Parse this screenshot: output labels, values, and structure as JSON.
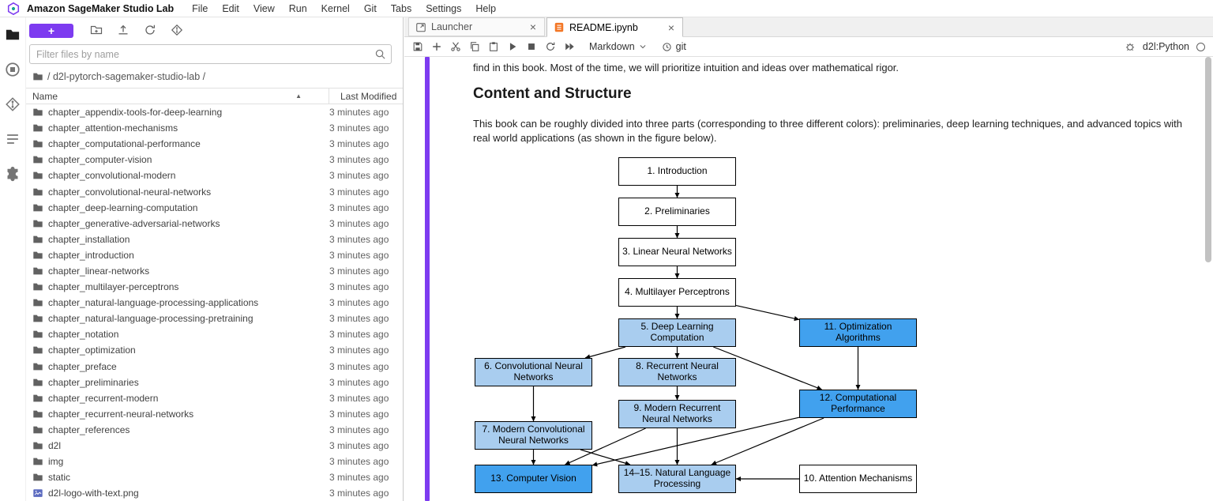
{
  "menubar": {
    "brand": "Amazon SageMaker Studio Lab",
    "items": [
      "File",
      "Edit",
      "View",
      "Run",
      "Kernel",
      "Git",
      "Tabs",
      "Settings",
      "Help"
    ]
  },
  "activity_bar": {
    "icons": [
      "files-icon",
      "running-sessions-icon",
      "git-icon",
      "table-of-contents-icon",
      "extensions-icon"
    ]
  },
  "file_browser": {
    "new_launcher_label": "+",
    "toolbar_icons": [
      "new-folder-icon",
      "upload-icon",
      "refresh-icon",
      "git-clone-icon"
    ],
    "filter_placeholder": "Filter files by name",
    "breadcrumb": "/ d2l-pytorch-sagemaker-studio-lab /",
    "columns": {
      "name": "Name",
      "modified": "Last Modified"
    },
    "files": [
      {
        "name": "chapter_appendix-tools-for-deep-learning",
        "modified": "3 minutes ago",
        "type": "folder"
      },
      {
        "name": "chapter_attention-mechanisms",
        "modified": "3 minutes ago",
        "type": "folder"
      },
      {
        "name": "chapter_computational-performance",
        "modified": "3 minutes ago",
        "type": "folder"
      },
      {
        "name": "chapter_computer-vision",
        "modified": "3 minutes ago",
        "type": "folder"
      },
      {
        "name": "chapter_convolutional-modern",
        "modified": "3 minutes ago",
        "type": "folder"
      },
      {
        "name": "chapter_convolutional-neural-networks",
        "modified": "3 minutes ago",
        "type": "folder"
      },
      {
        "name": "chapter_deep-learning-computation",
        "modified": "3 minutes ago",
        "type": "folder"
      },
      {
        "name": "chapter_generative-adversarial-networks",
        "modified": "3 minutes ago",
        "type": "folder"
      },
      {
        "name": "chapter_installation",
        "modified": "3 minutes ago",
        "type": "folder"
      },
      {
        "name": "chapter_introduction",
        "modified": "3 minutes ago",
        "type": "folder"
      },
      {
        "name": "chapter_linear-networks",
        "modified": "3 minutes ago",
        "type": "folder"
      },
      {
        "name": "chapter_multilayer-perceptrons",
        "modified": "3 minutes ago",
        "type": "folder"
      },
      {
        "name": "chapter_natural-language-processing-applications",
        "modified": "3 minutes ago",
        "type": "folder"
      },
      {
        "name": "chapter_natural-language-processing-pretraining",
        "modified": "3 minutes ago",
        "type": "folder"
      },
      {
        "name": "chapter_notation",
        "modified": "3 minutes ago",
        "type": "folder"
      },
      {
        "name": "chapter_optimization",
        "modified": "3 minutes ago",
        "type": "folder"
      },
      {
        "name": "chapter_preface",
        "modified": "3 minutes ago",
        "type": "folder"
      },
      {
        "name": "chapter_preliminaries",
        "modified": "3 minutes ago",
        "type": "folder"
      },
      {
        "name": "chapter_recurrent-modern",
        "modified": "3 minutes ago",
        "type": "folder"
      },
      {
        "name": "chapter_recurrent-neural-networks",
        "modified": "3 minutes ago",
        "type": "folder"
      },
      {
        "name": "chapter_references",
        "modified": "3 minutes ago",
        "type": "folder"
      },
      {
        "name": "d2l",
        "modified": "3 minutes ago",
        "type": "folder"
      },
      {
        "name": "img",
        "modified": "3 minutes ago",
        "type": "folder"
      },
      {
        "name": "static",
        "modified": "3 minutes ago",
        "type": "folder"
      },
      {
        "name": "d2l-logo-with-text.png",
        "modified": "3 minutes ago",
        "type": "image"
      }
    ]
  },
  "tabs": [
    {
      "label": "Launcher",
      "icon": "launcher-icon",
      "active": false
    },
    {
      "label": "README.ipynb",
      "icon": "notebook-icon",
      "active": true
    }
  ],
  "notebook_toolbar": {
    "icons": [
      "save-icon",
      "insert-cell-icon",
      "cut-icon",
      "copy-icon",
      "paste-icon",
      "run-icon",
      "stop-icon",
      "restart-icon",
      "run-all-icon"
    ],
    "cell_type": "Markdown",
    "timer_git_label": "git",
    "kernel_name": "d2l:Python"
  },
  "notebook": {
    "intro_line": "find in this book. Most of the time, we will prioritize intuition and ideas over mathematical rigor.",
    "heading": "Content and Structure",
    "paragraph": "This book can be roughly divided into three parts (corresponding to three different colors): preliminaries, deep learning techniques, and advanced topics with real world applications (as shown in the figure below).",
    "diagram": {
      "colors": {
        "white": "#ffffff",
        "light_blue": "#a9cdef",
        "blue": "#41a1ee",
        "border": "#000000"
      },
      "nodes": [
        {
          "id": "n1",
          "label": "1. Introduction",
          "color": "white"
        },
        {
          "id": "n2",
          "label": "2. Preliminaries",
          "color": "white"
        },
        {
          "id": "n3",
          "label": "3. Linear Neural Networks",
          "color": "white"
        },
        {
          "id": "n4",
          "label": "4. Multilayer Perceptrons",
          "color": "white"
        },
        {
          "id": "n5",
          "label": "5. Deep Learning Computation",
          "color": "light_blue"
        },
        {
          "id": "n6",
          "label": "6. Convolutional Neural Networks",
          "color": "light_blue"
        },
        {
          "id": "n7",
          "label": "7. Modern Convolutional Neural Networks",
          "color": "light_blue"
        },
        {
          "id": "n8",
          "label": "8. Recurrent Neural Networks",
          "color": "light_blue"
        },
        {
          "id": "n9",
          "label": "9. Modern Recurrent Neural Networks",
          "color": "light_blue"
        },
        {
          "id": "n10",
          "label": "10. Attention Mechanisms",
          "color": "white"
        },
        {
          "id": "n11",
          "label": "11. Optimization Algorithms",
          "color": "blue"
        },
        {
          "id": "n12",
          "label": "12. Computational Performance",
          "color": "blue"
        },
        {
          "id": "n13",
          "label": "13. Computer Vision",
          "color": "blue"
        },
        {
          "id": "n14",
          "label": "14–15. Natural Language Processing",
          "color": "light_blue"
        }
      ],
      "edges": [
        [
          "n1",
          "n2"
        ],
        [
          "n2",
          "n3"
        ],
        [
          "n3",
          "n4"
        ],
        [
          "n4",
          "n5"
        ],
        [
          "n4",
          "n11"
        ],
        [
          "n5",
          "n6"
        ],
        [
          "n5",
          "n8"
        ],
        [
          "n5",
          "n12"
        ],
        [
          "n6",
          "n7"
        ],
        [
          "n8",
          "n9"
        ],
        [
          "n11",
          "n12"
        ],
        [
          "n7",
          "n13"
        ],
        [
          "n7",
          "n14"
        ],
        [
          "n9",
          "n13"
        ],
        [
          "n9",
          "n14"
        ],
        [
          "n12",
          "n13"
        ],
        [
          "n12",
          "n14"
        ],
        [
          "n10",
          "n14"
        ]
      ]
    }
  },
  "colors": {
    "accent": "#7d3bf0",
    "notebook_icon_orange": "#f37726"
  }
}
